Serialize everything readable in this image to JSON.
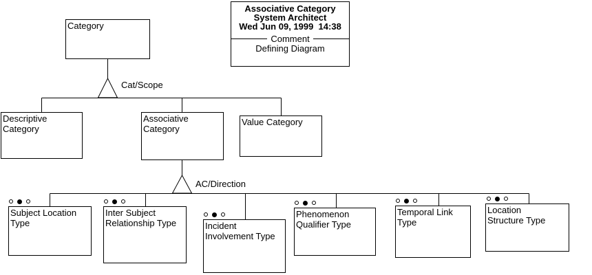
{
  "title_box": {
    "diagram_name": "Associative Category",
    "tool_name": "System Architect",
    "timestamp": "Wed Jun 09, 1999  14:38",
    "comment_label": "Comment",
    "comment_value": "Defining Diagram"
  },
  "connectors": {
    "cat_scope": "Cat/Scope",
    "ac_direction": "AC/Direction"
  },
  "nodes": {
    "category": "Category",
    "descriptive_category": "Descriptive\nCategory",
    "associative_category": "Associative\nCategory",
    "value_category": "Value Category",
    "subject_location_type": "Subject Location\nType",
    "inter_subject_relationship_type": "Inter Subject\nRelationship Type",
    "incident_involvement_type": "Incident\nInvolvement Type",
    "phenomenon_qualifier_type": "Phenomenon\nQualifier Type",
    "temporal_link_type": "Temporal Link\nType",
    "location_structure_type": "Location\nStructure Type"
  },
  "markers": {
    "pattern": [
      "open",
      "filled",
      "open"
    ]
  },
  "colors": {
    "line": "#000000",
    "background": "#ffffff",
    "text": "#000000",
    "marker_fill": "#000000"
  }
}
